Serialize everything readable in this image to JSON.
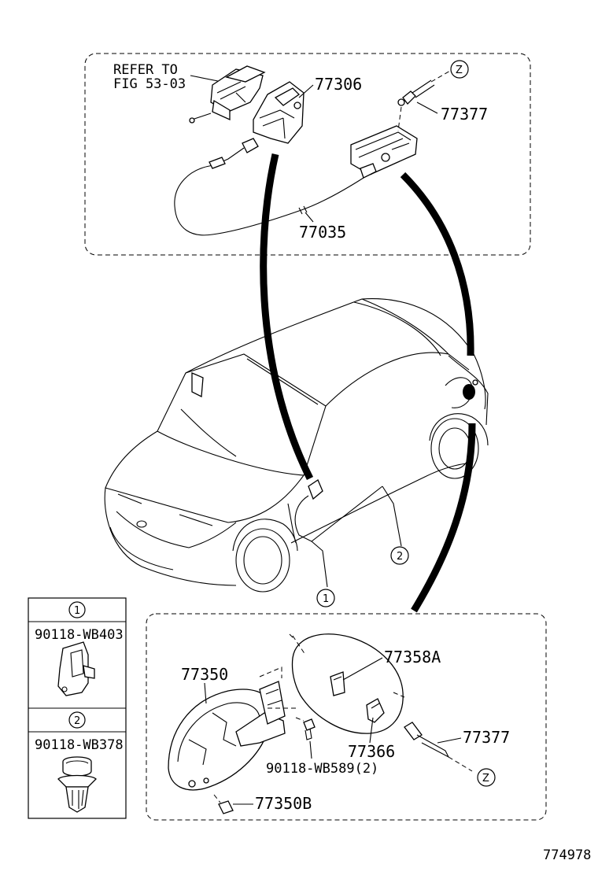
{
  "labels": {
    "refer_to": "REFER TO",
    "fig_ref": "FIG 53-03",
    "p77306": "77306",
    "p77377_top": "77377",
    "p77035": "77035",
    "z_top": "Z",
    "callout_1": "1",
    "callout_2": "2",
    "p77358a": "77358A",
    "p77350": "77350",
    "p77366": "77366",
    "p77377_bottom": "77377",
    "p90118_wb589": "90118-WB589(2)",
    "p77350b": "77350B",
    "z_bottom": "Z"
  },
  "legend": {
    "item1_num": "1",
    "item1_part": "90118-WB403",
    "item2_num": "2",
    "item2_part": "90118-WB378"
  },
  "footer": {
    "diagram_id": "774978"
  }
}
